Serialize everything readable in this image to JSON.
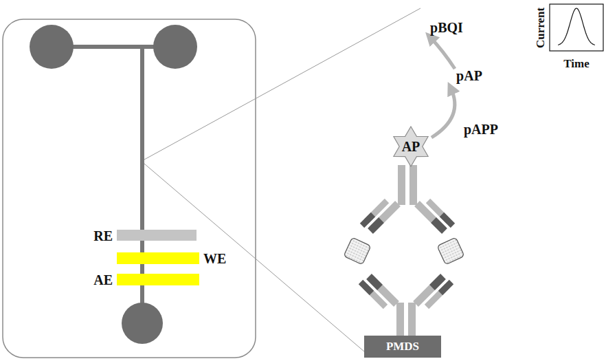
{
  "diagram": {
    "nodes": [
      {
        "text": [
          "AP"
        ]
      },
      {
        "text": [
          "PMDS"
        ]
      }
    ],
    "labels": [
      "RE",
      "WE",
      "AE",
      "pBQI",
      "pAP",
      "pAPP",
      "Current",
      "Time"
    ]
  }
}
